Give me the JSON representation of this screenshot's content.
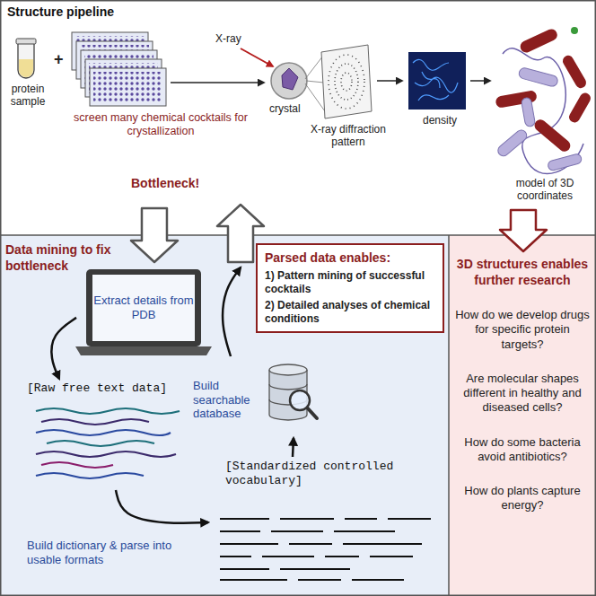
{
  "diagram": {
    "nodes": [
      {
        "text": [
          "Structure pipeline"
        ]
      },
      {
        "text": [
          "Data mining to fix bottleneck"
        ]
      },
      {
        "text": [
          "Parsed data enables:",
          "1) Pattern mining of successful cocktails",
          "2) Detailed analyses of chemical conditions"
        ],
        "in": 1
      },
      {
        "text": [
          "Extract details from PDB"
        ],
        "in": 1
      },
      {
        "text": [
          "[Raw free text data]"
        ],
        "in": 1
      },
      {
        "text": [
          "[Standardized controlled vocabulary]"
        ],
        "in": 1
      },
      {
        "text": [
          "Build searchable database"
        ],
        "in": 1
      },
      {
        "text": [
          "3D structures enables further research",
          "How do we develop drugs for specific protein targets?",
          "Are molecular shapes different in healthy and diseased cells?",
          "How do some bacteria avoid antibiotics?",
          "How do plants capture energy?"
        ]
      }
    ],
    "edges": [
      {
        "from": 0,
        "to": 1,
        "arrow": "to"
      },
      {
        "from": 1,
        "to": 0,
        "arrow": "to"
      },
      {
        "from": 0,
        "to": 7,
        "arrow": "to"
      },
      {
        "from": 3,
        "to": 4,
        "arrow": "to"
      },
      {
        "from": 4,
        "to": 5,
        "arrow": "to"
      },
      {
        "from": 5,
        "to": 6,
        "arrow": "to"
      },
      {
        "from": 6,
        "to": 0,
        "arrow": "to"
      }
    ],
    "labels": [
      "protein sample",
      "+",
      "screen many chemical cocktails for crystallization",
      "X-ray",
      "crystal",
      "X-ray diffraction pattern",
      "density",
      "model of 3D coordinates",
      "Bottleneck!",
      "Build dictionary & parse into usable formats"
    ]
  }
}
